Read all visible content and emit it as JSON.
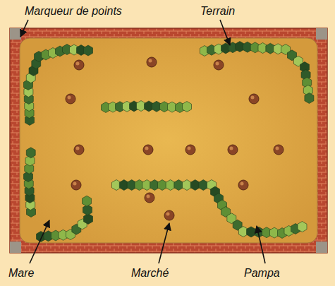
{
  "diagram": {
    "labels": [
      "Marqueur de points",
      "Terrain",
      "Mare",
      "Marché",
      "Pampa"
    ]
  }
}
